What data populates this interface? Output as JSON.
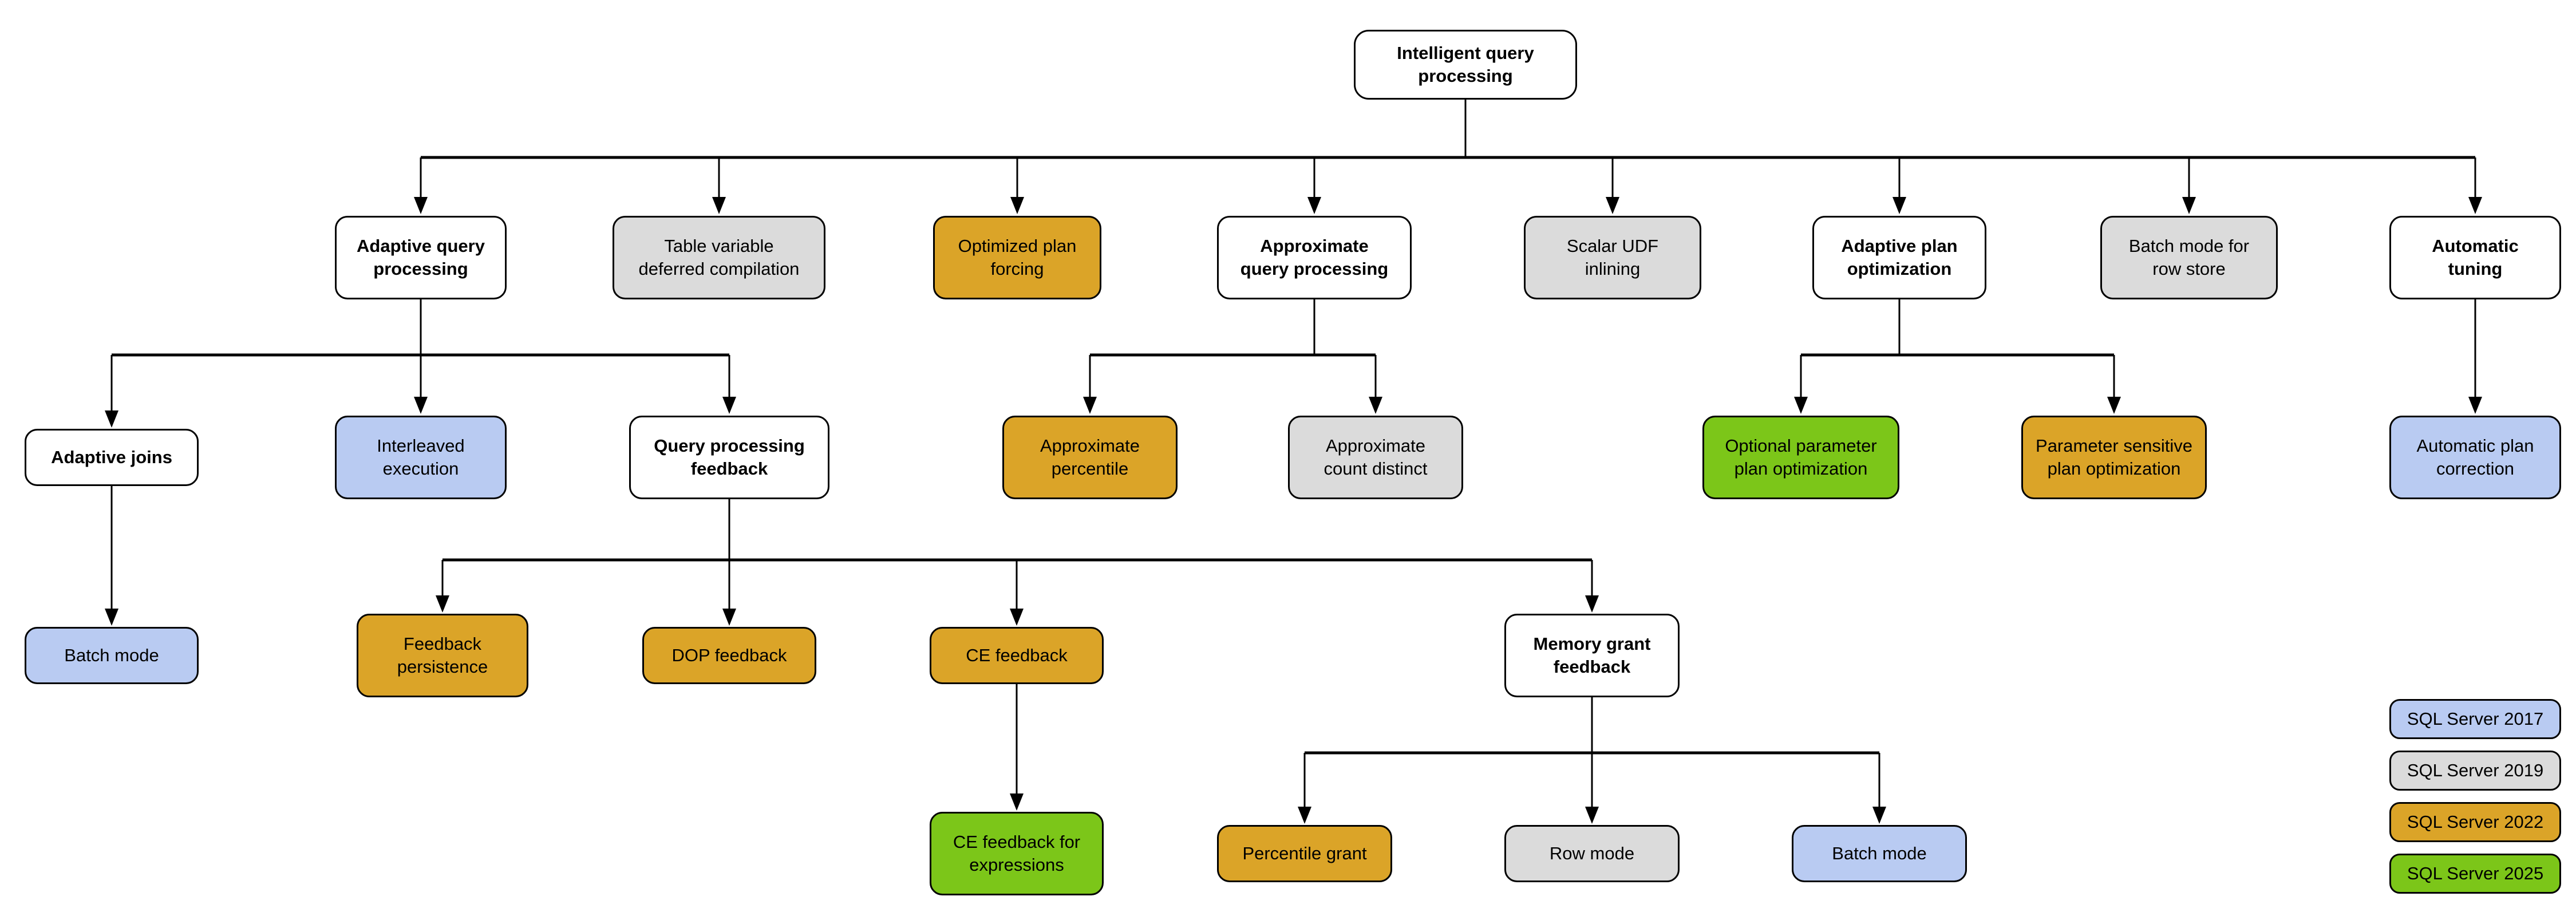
{
  "colors": {
    "parent": "#FFFFFF",
    "sql2017": "#B9CBF2",
    "sql2019": "#DBDBDB",
    "sql2022": "#DBA428",
    "sql2025": "#7CC619"
  },
  "nodes": {
    "root": {
      "label": "Intelligent query\nprocessing",
      "color": "parent"
    },
    "adaptive_query_processing": {
      "label": "Adaptive query\nprocessing",
      "color": "parent"
    },
    "table_variable_deferred_compilation": {
      "label": "Table variable\ndeferred compilation",
      "color": "sql2019"
    },
    "optimized_plan_forcing": {
      "label": "Optimized plan\nforcing",
      "color": "sql2022"
    },
    "approximate_query_processing": {
      "label": "Approximate\nquery processing",
      "color": "parent"
    },
    "scalar_udf_inlining": {
      "label": "Scalar UDF\ninlining",
      "color": "sql2019"
    },
    "adaptive_plan_optimization": {
      "label": "Adaptive plan\noptimization",
      "color": "parent"
    },
    "batch_mode_for_row_store": {
      "label": "Batch mode for\nrow store",
      "color": "sql2019"
    },
    "automatic_tuning": {
      "label": "Automatic\ntuning",
      "color": "parent"
    },
    "adaptive_joins": {
      "label": "Adaptive joins",
      "color": "parent"
    },
    "interleaved_execution": {
      "label": "Interleaved\nexecution",
      "color": "sql2017"
    },
    "query_processing_feedback": {
      "label": "Query processing\nfeedback",
      "color": "parent"
    },
    "approximate_percentile": {
      "label": "Approximate\npercentile",
      "color": "sql2022"
    },
    "approximate_count_distinct": {
      "label": "Approximate\ncount distinct",
      "color": "sql2019"
    },
    "optional_parameter_plan_optimization": {
      "label": "Optional parameter\nplan optimization",
      "color": "sql2025"
    },
    "parameter_sensitive_plan_optimization": {
      "label": "Parameter sensitive\nplan optimization",
      "color": "sql2022"
    },
    "automatic_plan_correction": {
      "label": "Automatic plan\ncorrection",
      "color": "sql2017"
    },
    "batch_mode_adaptive_joins": {
      "label": "Batch mode",
      "color": "sql2017"
    },
    "feedback_persistence": {
      "label": "Feedback\npersistence",
      "color": "sql2022"
    },
    "dop_feedback": {
      "label": "DOP feedback",
      "color": "sql2022"
    },
    "ce_feedback": {
      "label": "CE feedback",
      "color": "sql2022"
    },
    "memory_grant_feedback": {
      "label": "Memory grant\nfeedback",
      "color": "parent"
    },
    "ce_feedback_for_expressions": {
      "label": "CE feedback for\nexpressions",
      "color": "sql2025"
    },
    "percentile_grant": {
      "label": "Percentile grant",
      "color": "sql2022"
    },
    "row_mode": {
      "label": "Row mode",
      "color": "sql2019"
    },
    "batch_mode_memory_grant": {
      "label": "Batch mode",
      "color": "sql2017"
    }
  },
  "legend": {
    "items": [
      {
        "label": "SQL Server 2017",
        "color": "sql2017"
      },
      {
        "label": "SQL Server 2019",
        "color": "sql2019"
      },
      {
        "label": "SQL Server 2022",
        "color": "sql2022"
      },
      {
        "label": "SQL Server 2025",
        "color": "sql2025"
      }
    ]
  }
}
